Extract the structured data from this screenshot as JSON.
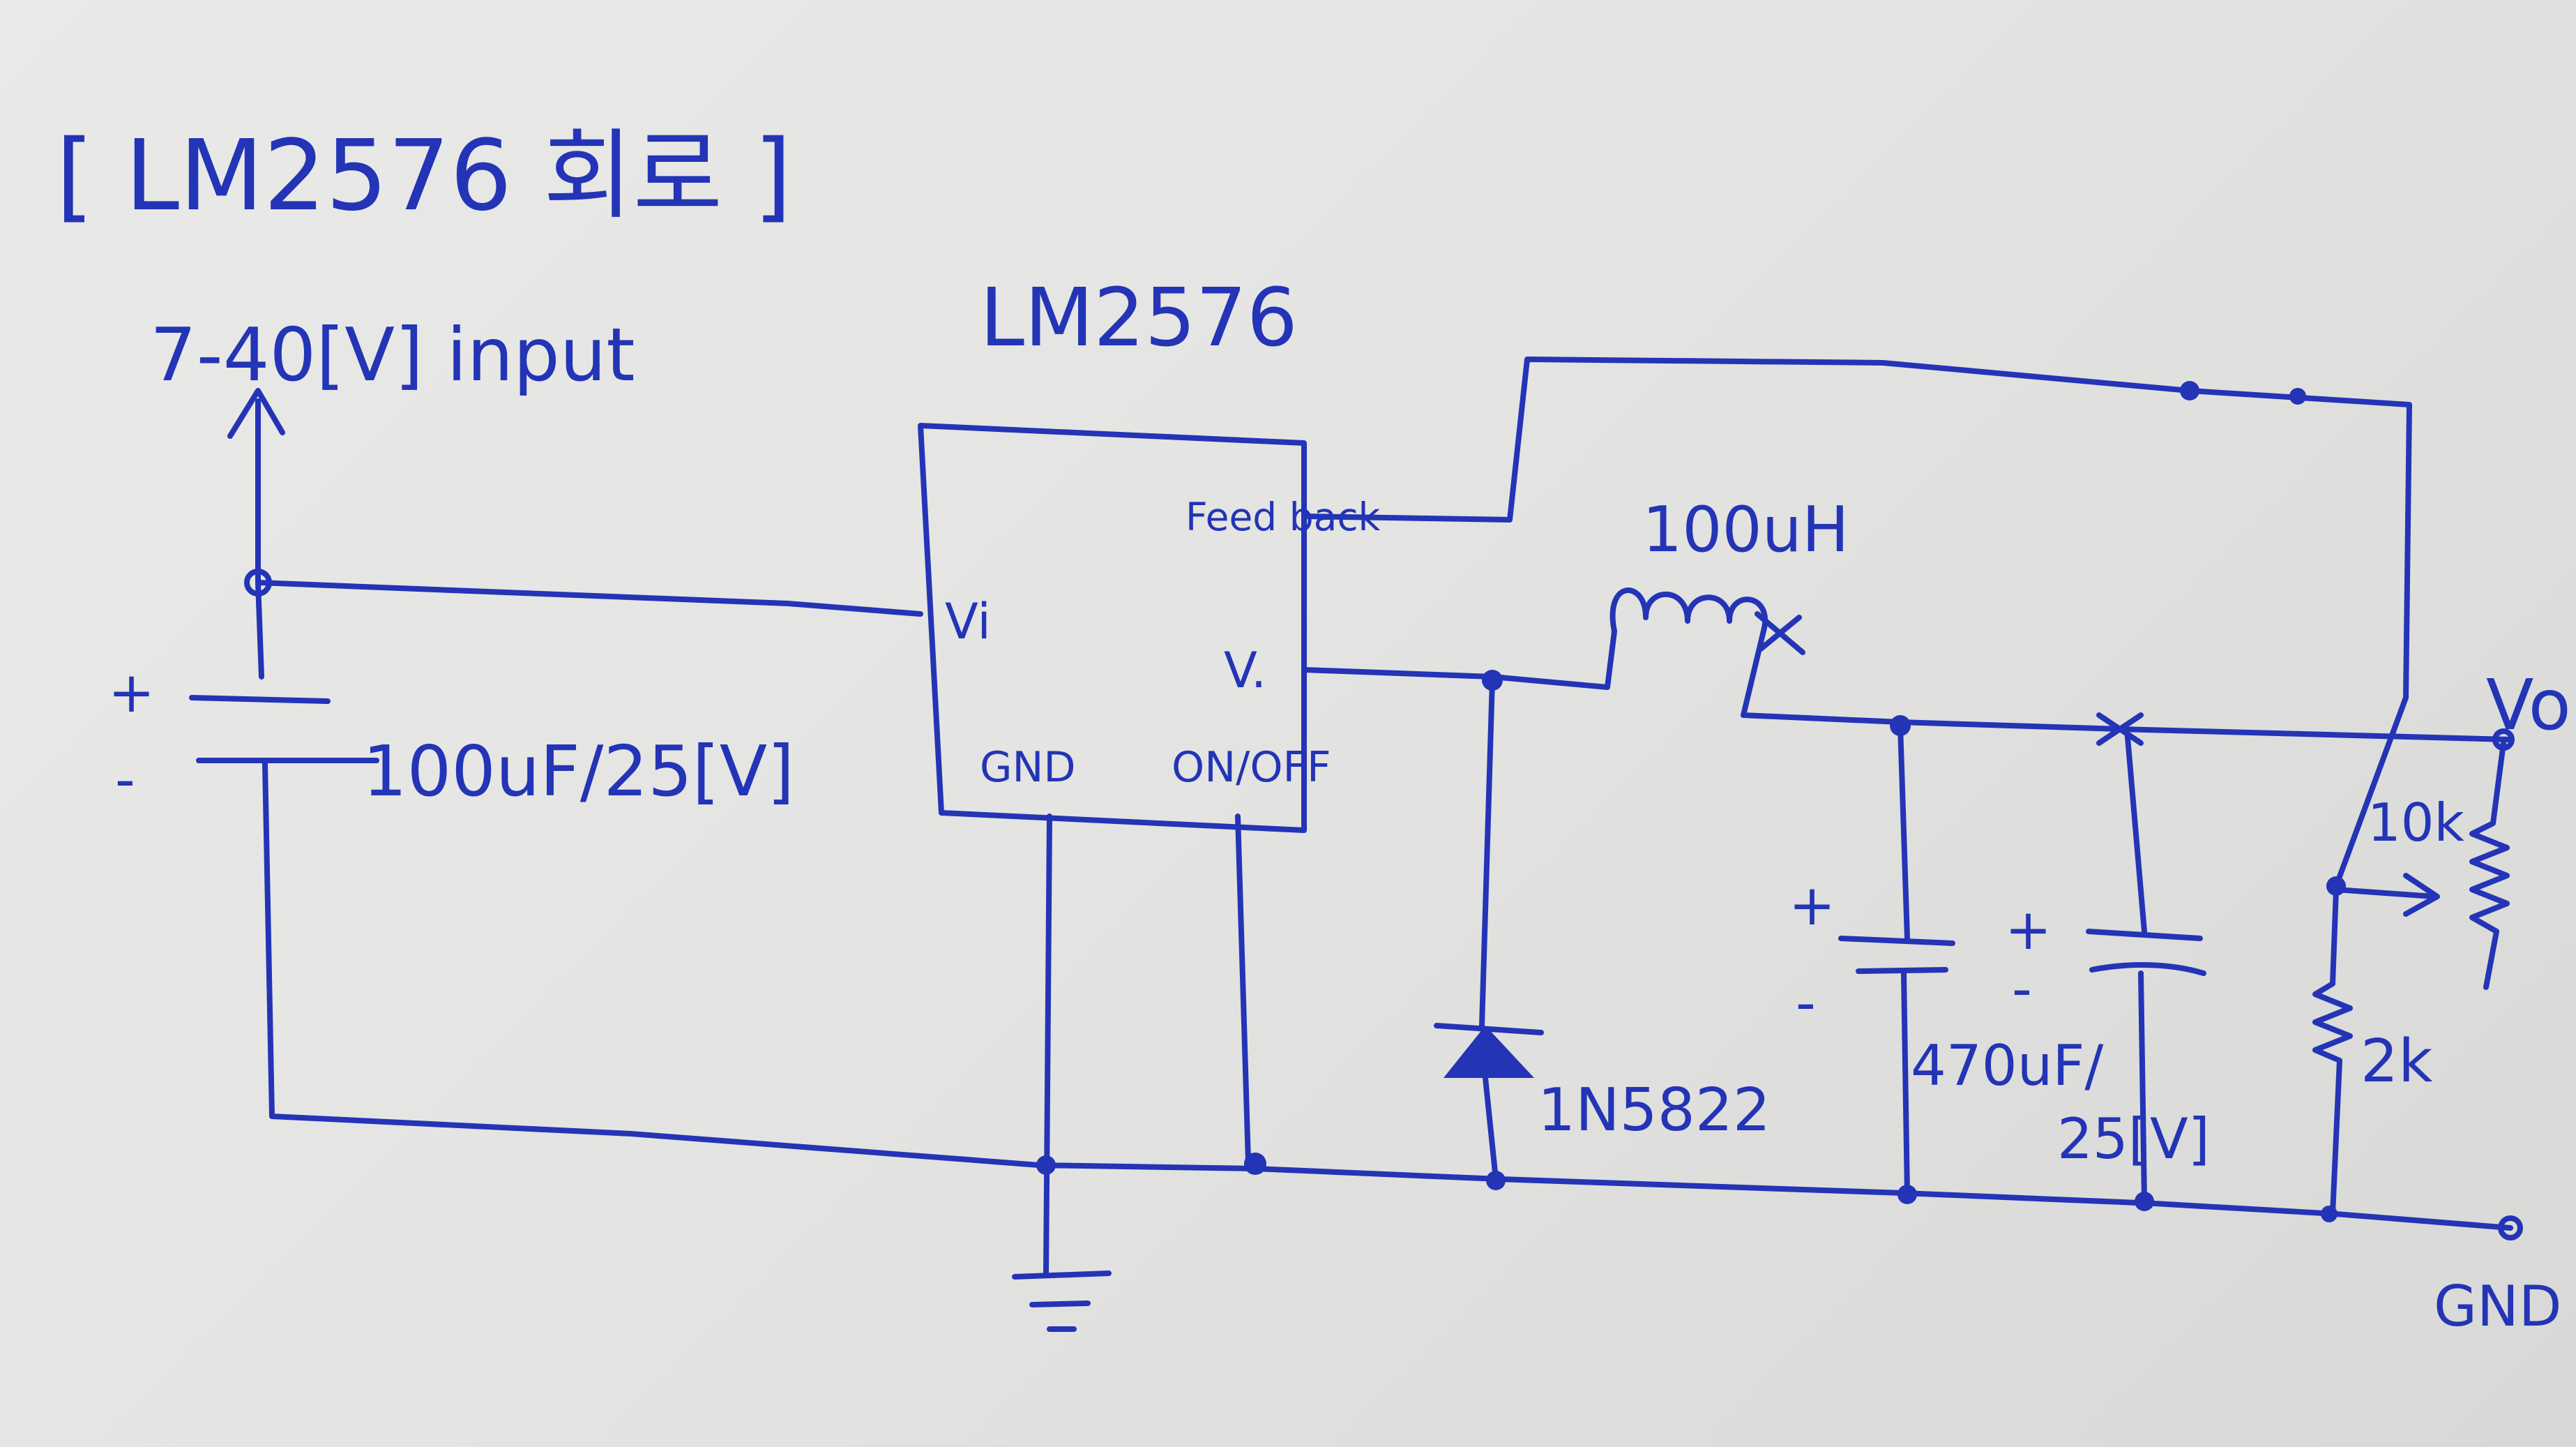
{
  "title": "[ LM2576 회로 ]",
  "ic": {
    "name": "LM2576",
    "pins": {
      "vin": "Vi",
      "feedback": "Feed back",
      "vout": "V.",
      "gnd": "GND",
      "onoff": "ON/OFF"
    }
  },
  "input_label": "7-40[V] input",
  "input_cap": {
    "label": "100uF/25[V]",
    "plus": "+",
    "minus": "-"
  },
  "inductor_label": "100uH",
  "diode_label": "1N5822",
  "output_caps": {
    "label_line1": "470uF/",
    "label_line2": "25[V]",
    "plus": "+",
    "minus": "-"
  },
  "output_label": "Vo",
  "pot_label": "10k",
  "resistor_label": "2k",
  "gnd_label": "GND",
  "colors": {
    "ink": "#2334b6",
    "paper": "#e6e6e4"
  }
}
